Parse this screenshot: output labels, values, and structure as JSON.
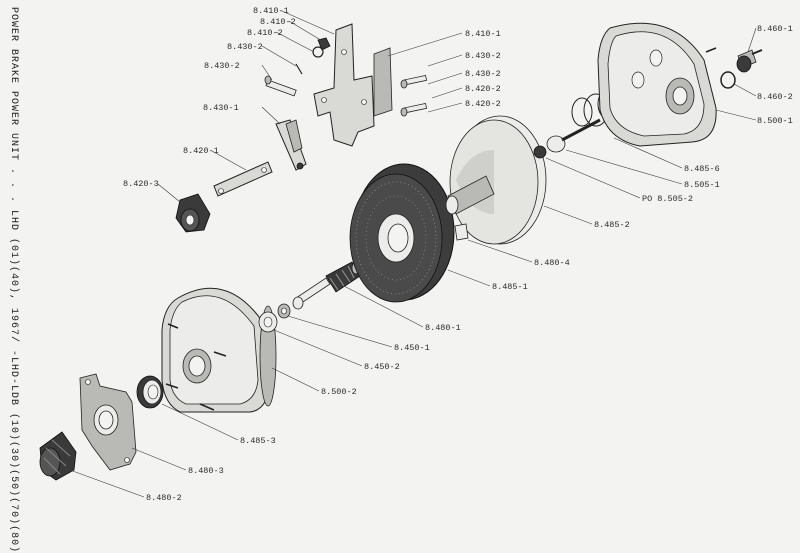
{
  "page": {
    "side_title": "POWER BRAKE POWER UNIT . . . LHD (01)(40), 1967/  -LHD-LDB (10)(30)(50)(70)(80)"
  },
  "labels": [
    {
      "id": "p8410_1a",
      "text": "8.410-1"
    },
    {
      "id": "p8410_2a",
      "text": "8.410-2"
    },
    {
      "id": "p8410_2b",
      "text": "8.410-2"
    },
    {
      "id": "p8430_2a",
      "text": "8.430-2"
    },
    {
      "id": "p8430_2b",
      "text": "8.430-2"
    },
    {
      "id": "p8430_1",
      "text": "8.430-1"
    },
    {
      "id": "p8420_1",
      "text": "8.420-1"
    },
    {
      "id": "p8420_3",
      "text": "8.420-3"
    },
    {
      "id": "p8410_1b",
      "text": "8.410-1"
    },
    {
      "id": "p8430_2c",
      "text": "8.430-2"
    },
    {
      "id": "p8430_2d",
      "text": "8.430-2"
    },
    {
      "id": "p8420_2a",
      "text": "8.420-2"
    },
    {
      "id": "p8420_2b",
      "text": "8.420-2"
    },
    {
      "id": "p8460_1",
      "text": "8.460-1"
    },
    {
      "id": "p8460_2",
      "text": "8.460-2"
    },
    {
      "id": "p8500_1",
      "text": "8.500-1"
    },
    {
      "id": "p8485_6",
      "text": "8.485-6"
    },
    {
      "id": "p8505_1",
      "text": "8.505-1"
    },
    {
      "id": "p8505_2",
      "text": "PO 8.505-2"
    },
    {
      "id": "p8485_2",
      "text": "8.485-2"
    },
    {
      "id": "p8480_4",
      "text": "8.480-4"
    },
    {
      "id": "p8485_1",
      "text": "8.485-1"
    },
    {
      "id": "p8480_1",
      "text": "8.480-1"
    },
    {
      "id": "p8450_1",
      "text": "8.450-1"
    },
    {
      "id": "p8450_2",
      "text": "8.450-2"
    },
    {
      "id": "p8500_2",
      "text": "8.500-2"
    },
    {
      "id": "p8485_3",
      "text": "8.485-3"
    },
    {
      "id": "p8480_3",
      "text": "8.480-3"
    },
    {
      "id": "p8480_2",
      "text": "8.480-2"
    }
  ]
}
